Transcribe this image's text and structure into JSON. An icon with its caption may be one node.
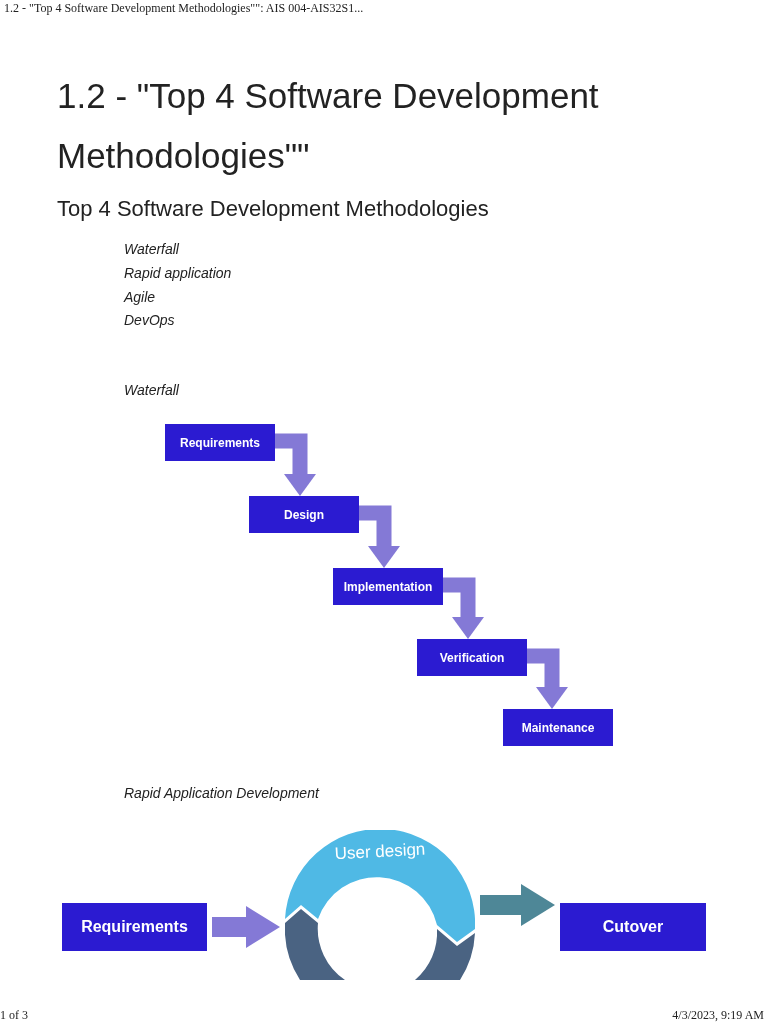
{
  "diagram": {
    "title": "1.2 - \"Top 4 Software Development Methodologies\"\"",
    "nodes": [
      {
        "text": [
          "Requirements"
        ]
      },
      {
        "text": [
          "Design"
        ]
      },
      {
        "text": [
          "Implementation"
        ]
      },
      {
        "text": [
          "Verification"
        ]
      },
      {
        "text": [
          "Maintenance"
        ]
      },
      {
        "text": [
          "Requirements"
        ]
      },
      {
        "text": [
          "User design"
        ]
      },
      {
        "text": [
          "Cutover"
        ]
      }
    ],
    "edges": [
      {
        "from": 0,
        "to": 1,
        "arrow": "to"
      },
      {
        "from": 1,
        "to": 2,
        "arrow": "to"
      },
      {
        "from": 2,
        "to": 3,
        "arrow": "to"
      },
      {
        "from": 3,
        "to": 4,
        "arrow": "to"
      },
      {
        "from": 5,
        "to": 6,
        "arrow": "to"
      },
      {
        "from": 6,
        "to": 7,
        "arrow": "to",
        "color": "#4e8797"
      }
    ],
    "labels": [
      "1.2 - \"Top 4 Software Development Methodologies\"\": AIS 004-AIS32S1...",
      "Top 4 Software Development Methodologies",
      "Waterfall",
      "Rapid application",
      "Agile",
      "DevOps",
      "Waterfall",
      "Rapid Application Development",
      "1 of 3",
      "4/3/2023, 9:19 AM"
    ]
  }
}
